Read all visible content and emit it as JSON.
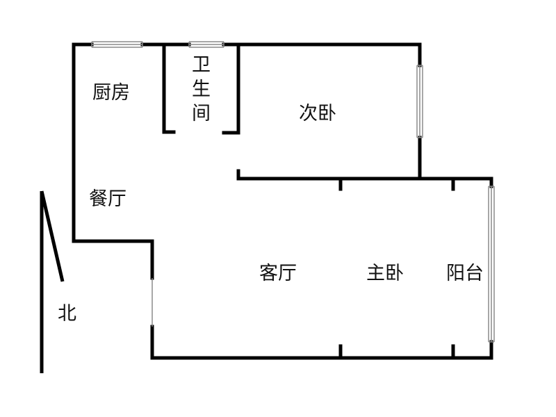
{
  "rooms": {
    "kitchen": "厨房",
    "bathroom": [
      "卫",
      "生",
      "间"
    ],
    "second_bedroom": "次卧",
    "dining": "餐厅",
    "living": "客厅",
    "master_bedroom": "主卧",
    "balcony": "阳台"
  },
  "compass": {
    "label": "北"
  },
  "colors": {
    "wall": "#000000",
    "window": "#8a8a8a",
    "text": "#111111"
  }
}
